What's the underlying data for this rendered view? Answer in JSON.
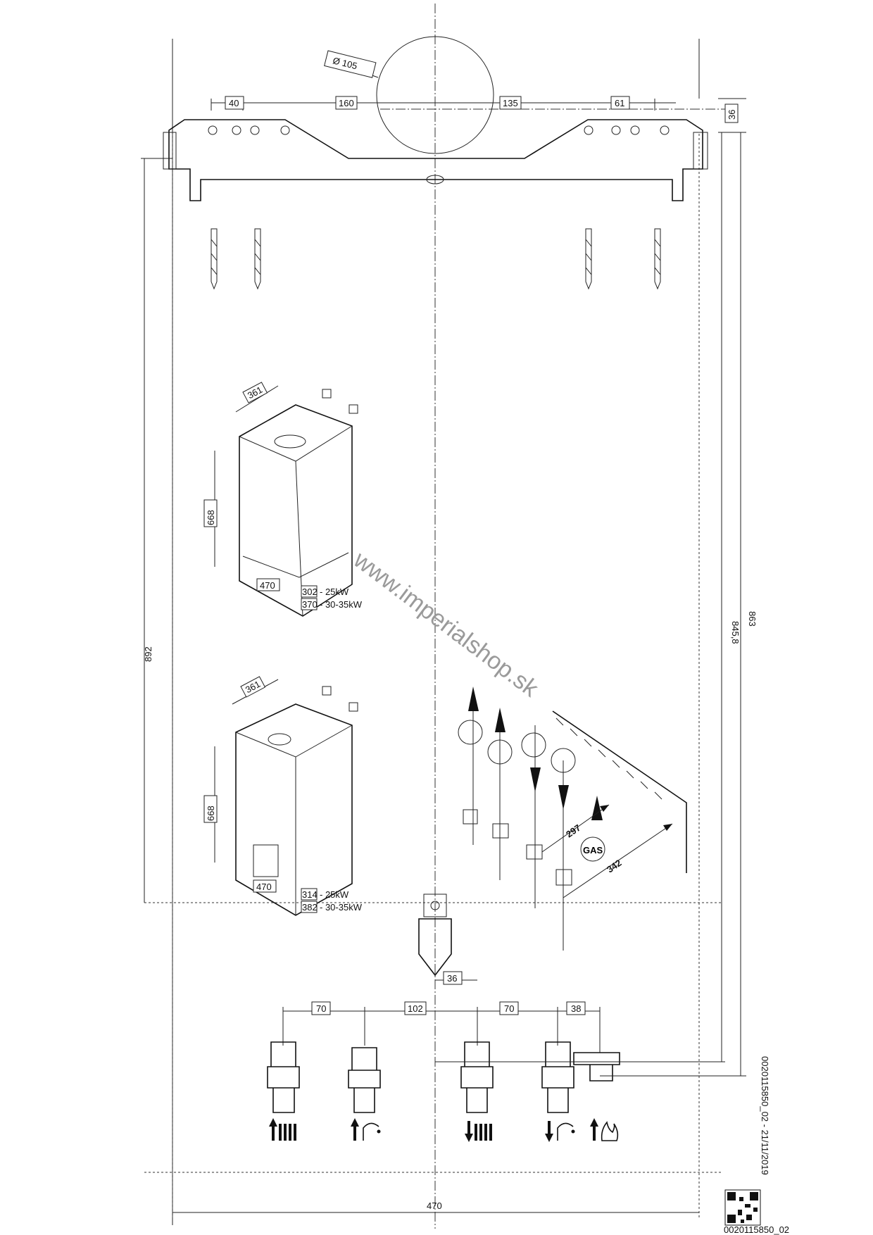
{
  "flue": {
    "diameter_label": "Ø 105"
  },
  "top_dims": {
    "d40": "40",
    "d160": "160",
    "d135": "135",
    "d61": "61",
    "d36": "36"
  },
  "side_dims": {
    "left_892": "892",
    "right_845": "845,8",
    "right_863": "863",
    "bottom_470": "470"
  },
  "boiler_a": {
    "depth": "361",
    "height": "668",
    "width": "470",
    "depth1": "302",
    "depth1_label": "- 25kW",
    "depth2": "370",
    "depth2_label": "- 30-35kW"
  },
  "boiler_b": {
    "depth": "361",
    "height": "668",
    "width": "470",
    "depth1": "314",
    "depth1_label": "- 25kW",
    "depth2": "382",
    "depth2_label": "- 30-35kW"
  },
  "pipe_diag": {
    "d297": "297",
    "d342": "342",
    "gas": "GAS"
  },
  "bottom_dims": {
    "d36": "36",
    "d70a": "70",
    "d102": "102",
    "d70b": "70",
    "d38": "38"
  },
  "watermark": "www.imperialshop.sk",
  "doc_ref": "0020115850_02 - 21/11/2019",
  "qr_caption": "0020115850_02",
  "icons": [
    "heating-flow-icon",
    "dhw-outlet-icon",
    "heating-return-icon",
    "cold-water-inlet-icon",
    "gas-icon",
    "drill-bit-icon",
    "plumb-bob-icon"
  ]
}
